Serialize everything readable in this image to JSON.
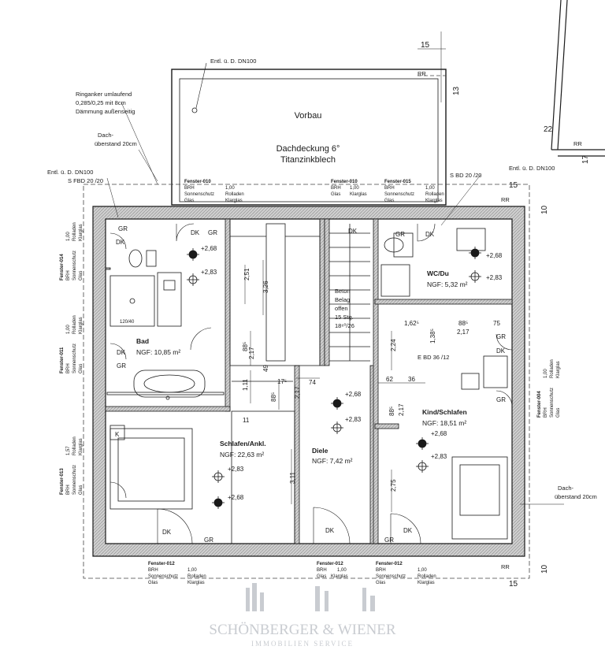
{
  "labels": {
    "vorbau": "Vorbau",
    "dachdeckung": "Dachdeckung 6°",
    "titanzinkblech": "Titanzinkblech",
    "entl_top": "Entl. ü. D. DN100",
    "entl_left": "Entl. ü. D. DN100",
    "entl_right": "Entl. ü. D. DN100",
    "ringanker_1": "Ringanker umlaufend",
    "ringanker_2": "0,285/0,25 mit 8cm",
    "ringanker_3": "Dämmung außenseitig",
    "dach_left_1": "Dach-",
    "dach_left_2": "überstand 20cm",
    "dach_right_1": "Dach-",
    "dach_right_2": "überstand 20cm",
    "sfbd": "S FBD 20 /20",
    "sbd": "S BD 20 /20",
    "ebd": "E BD 36 /12",
    "beton_1": "Beton",
    "beton_2": "Belag",
    "beton_3": "offen",
    "beton_4": "15 Stg.",
    "beton_5": "18⁶⁰/26"
  },
  "rooms": {
    "bad": {
      "name": "Bad",
      "area": "NGF: 10,85 m²"
    },
    "wc": {
      "name": "WC/Du",
      "area": "NGF: 5,32 m²"
    },
    "schlafen": {
      "name": "Schlafen/Ankl.",
      "area": "NGF: 22,63 m²"
    },
    "diele": {
      "name": "Diele",
      "area": "NGF: 7,42 m²"
    },
    "kind": {
      "name": "Kind/Schlafen",
      "area": "NGF: 18,51 m²"
    }
  },
  "windows": {
    "f010a_1": "Fenster-010",
    "f010a_2": "BRH",
    "f010a_3": "1,00",
    "f010a_4": "Sonnenschutz",
    "f010a_5": "Rolladen",
    "f010a_6": "Glas",
    "f010a_7": "Klarglas",
    "f010b_1": "Fenster-010",
    "f010b_2": "BRH",
    "f010b_3": "1,00",
    "f010b_4": "Glas",
    "f010b_5": "Klarglas",
    "f015_1": "Fenster-015",
    "f015_2": "BRH",
    "f015_3": "1,00",
    "f015_4": "Sonnenschutz",
    "f015_5": "Rolladen",
    "f015_6": "Glas",
    "f015_7": "Klarglas",
    "f014_1": "Fenster-014",
    "f014_2": "BRH",
    "f014_3": "1,00",
    "f014_4": "Sonnenschutz",
    "f014_5": "Rolladen",
    "f014_6": "Glas",
    "f014_7": "Klarglas",
    "f011_1": "Fenster-011",
    "f011_2": "BRH",
    "f011_3": "1,00",
    "f011_4": "Sonnenschutz",
    "f011_5": "Rolladen",
    "f011_6": "Glas",
    "f011_7": "Klarglas",
    "f013_1": "Fenster-013",
    "f013_2": "BRH",
    "f013_3": "1,57",
    "f013_4": "Sonnenschutz",
    "f013_5": "Rolladen",
    "f013_6": "Glas",
    "f013_7": "Klarglas",
    "f004_1": "Fenster-004",
    "f004_2": "BRH",
    "f004_3": "1,00",
    "f004_4": "Sonnenschutz",
    "f004_5": "Rolladen",
    "f004_6": "Glas",
    "f004_7": "Klarglas",
    "f012a_1": "Fenster-012",
    "f012a_2": "BRH",
    "f012a_3": "1,00",
    "f012a_4": "Sonnenschutz",
    "f012a_5": "Rolladen",
    "f012a_6": "Glas",
    "f012a_7": "Klarglas",
    "f012b_1": "Fenster-012",
    "f012b_2": "BRH",
    "f012b_3": "1,00",
    "f012b_4": "Glas",
    "f012b_5": "Klarglas",
    "f012c_1": "Fenster-012",
    "f012c_2": "BRH",
    "f012c_3": "1,00",
    "f012c_4": "Sonnenschutz",
    "f012c_5": "Rolladen",
    "f012c_6": "Glas",
    "f012c_7": "Klarglas"
  },
  "dims": {
    "d15_top": "15",
    "d13": "13",
    "d22": "22",
    "d17": "17",
    "d15_right": "15",
    "d10_top": "10",
    "d10_bottom": "10",
    "d15_bottom": "15",
    "d251": "2,51",
    "d326": "3,26",
    "d885": "88⁵",
    "d217a": "2,17",
    "d49": "49",
    "d175": "17⁵",
    "d74": "74",
    "d111": "1,11",
    "d885b": "88⁵",
    "d217b": "2,17",
    "d311": "3,11",
    "d11": "11",
    "d162": "1,62⁵",
    "d885c": "88⁵",
    "d217c": "2,17",
    "d75": "75",
    "d224": "2,24",
    "d138": "1,38⁵",
    "d62": "62",
    "d36": "36",
    "d885d": "88⁵",
    "d217d": "2,17",
    "d275": "2,75",
    "d12040": "120/40"
  },
  "sockets": {
    "s1": "+2,68",
    "s2": "+2,83",
    "s3": "+2,68",
    "s4": "+2,83",
    "s5": "+2,68",
    "s6": "+2,83",
    "s7": "+2,68",
    "s8": "+2,83",
    "s9": "+2,83",
    "s10": "+2,68"
  },
  "markers": {
    "gr": "GR",
    "dk": "DK",
    "rr": "RR",
    "k": "K"
  },
  "watermark": {
    "brand": "SCHÖNBERGER & WIENER",
    "tagline": "IMMOBILIEN SERVICE"
  },
  "colors": {
    "line": "#1a1a1a",
    "wall_fill": "#c8c8c8",
    "watermark": "#c9ccd1"
  }
}
